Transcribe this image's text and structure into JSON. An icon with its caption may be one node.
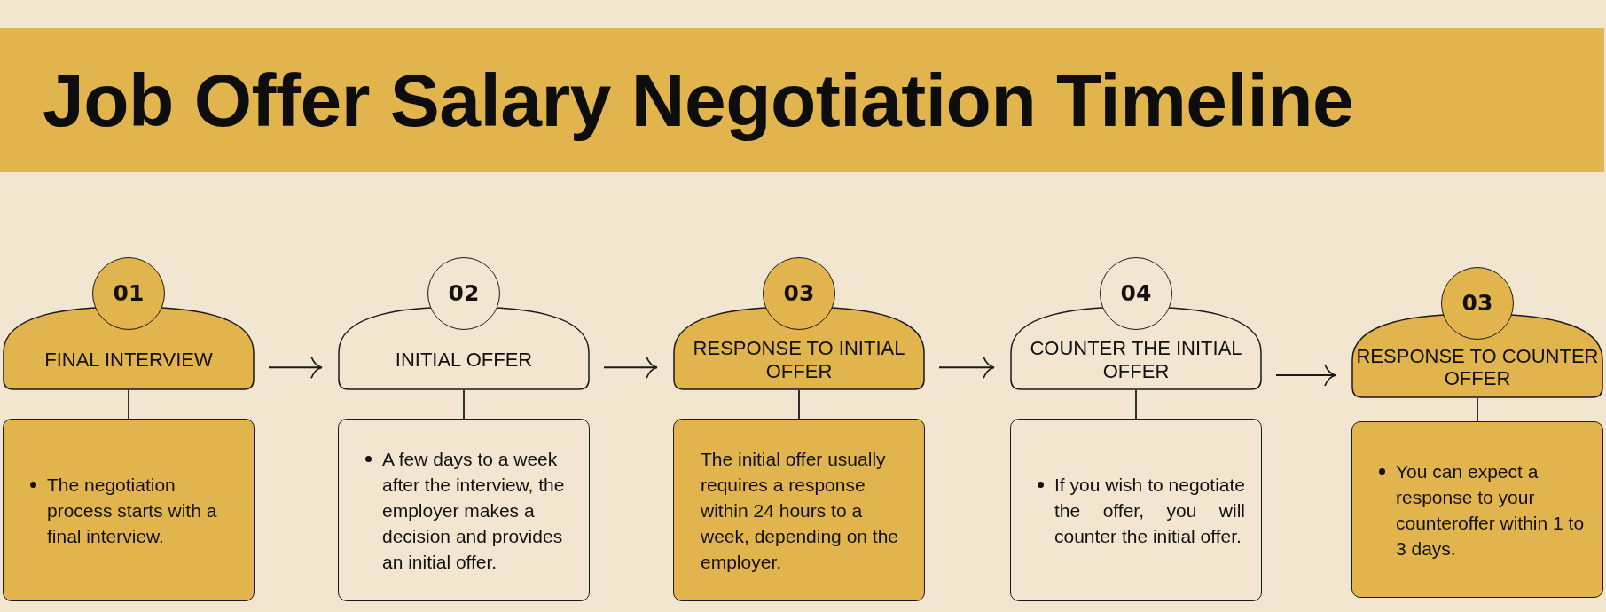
{
  "diagram": {
    "title": "Job Offer Salary Negotiation Timeline",
    "nodes": [
      {
        "text": [
          "01"
        ]
      },
      {
        "text": [
          "FINAL INTERVIEW"
        ]
      },
      {
        "text": [
          "The negotiation process starts with a final interview."
        ]
      },
      {
        "text": [
          "02"
        ]
      },
      {
        "text": [
          "INITIAL OFFER"
        ]
      },
      {
        "text": [
          "A few days to a week after the interview, the employer makes a decision and provides an initial offer."
        ]
      },
      {
        "text": [
          "03"
        ]
      },
      {
        "text": [
          "RESPONSE TO INITIAL OFFER"
        ]
      },
      {
        "text": [
          "The initial offer usually requires a response within 24 hours to a week, depending on the employer."
        ]
      },
      {
        "text": [
          "04"
        ]
      },
      {
        "text": [
          "COUNTER THE INITIAL OFFER"
        ]
      },
      {
        "text": [
          "If you wish to negotiate the offer, you will counter the initial offer."
        ]
      },
      {
        "text": [
          "03"
        ]
      },
      {
        "text": [
          "RESPONSE TO COUNTER OFFER"
        ]
      },
      {
        "text": [
          "You can expect a response to your counteroffer within 1 to 3 days."
        ]
      }
    ],
    "edges": [
      {
        "from": 1,
        "to": 2,
        "arrow": "none"
      },
      {
        "from": 4,
        "to": 5,
        "arrow": "none"
      },
      {
        "from": 7,
        "to": 8,
        "arrow": "none"
      },
      {
        "from": 10,
        "to": 11,
        "arrow": "none"
      },
      {
        "from": 13,
        "to": 14,
        "arrow": "none"
      },
      {
        "from": 1,
        "to": 4,
        "arrow": "to"
      },
      {
        "from": 4,
        "to": 7,
        "arrow": "to"
      },
      {
        "from": 7,
        "to": 10,
        "arrow": "to"
      },
      {
        "from": 10,
        "to": 13,
        "arrow": "to"
      }
    ]
  }
}
